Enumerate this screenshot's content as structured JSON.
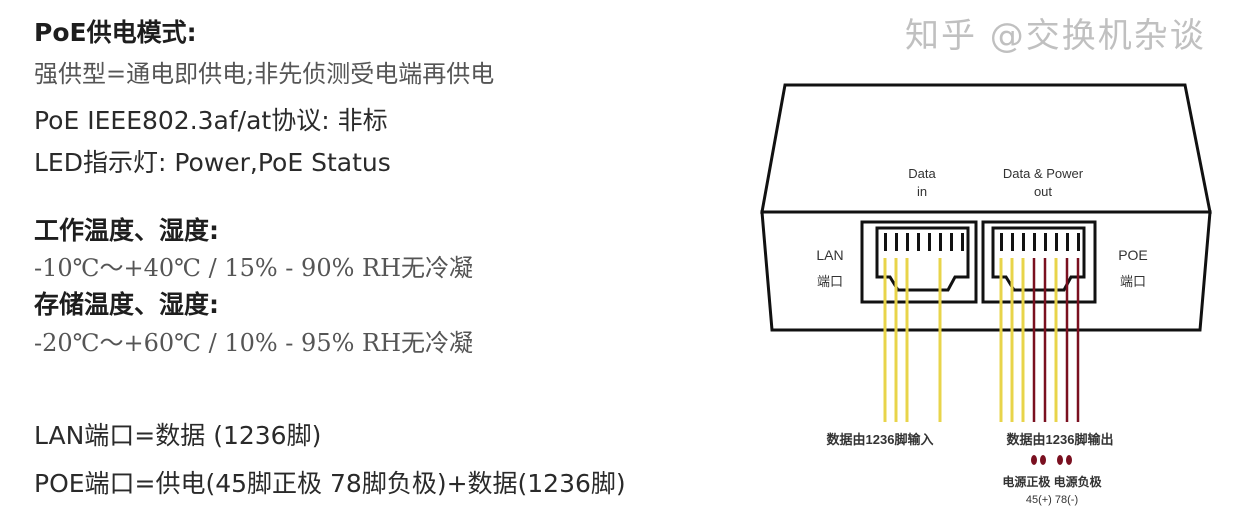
{
  "specs": {
    "poe_mode_title": "PoE供电模式:",
    "poe_mode_value": "强供型=通电即供电;非先侦测受电端再供电",
    "protocol": "PoE IEEE802.3af/at协议: 非标",
    "led": "LED指示灯: Power,PoE Status",
    "work_title": "工作温度、湿度:",
    "work_value": "-10℃～+40℃ / 15% - 90% RH无冷凝",
    "storage_title": "存储温度、湿度:",
    "storage_value": "-20℃～+60℃  / 10% - 95% RH无冷凝",
    "lan_port": "LAN端口=数据 (1236脚)",
    "poe_port": "POE端口=供电(45脚正极 78脚负极)+数据(1236脚)"
  },
  "diagram": {
    "data_in": [
      "Data",
      "in"
    ],
    "data_power_out": [
      "Data & Power",
      "out"
    ],
    "lan_label": [
      "LAN",
      "端口"
    ],
    "poe_label": [
      "POE",
      "端口"
    ],
    "input_caption": "数据由1236脚输入",
    "output_caption": "数据由1236脚输出",
    "power_caption": [
      "电源正极  电源负极",
      "45(+)      78(-)"
    ],
    "data_wire_color": "#e8d44a",
    "power_wire_color": "#7a1020"
  },
  "watermark": "知乎 @交换机杂谈"
}
